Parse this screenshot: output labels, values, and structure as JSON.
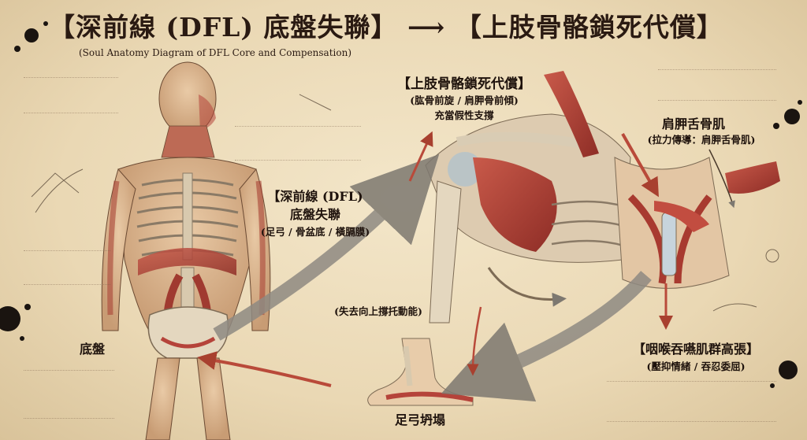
{
  "title": "【深前線 (DFL) 底盤失聯】 ⟶ 【上肢骨骼鎖死代償】",
  "subtitle": "(Soul Anatomy Diagram of DFL Core and Compensation)",
  "labels": {
    "upper_comp_title": "【上肢骨骼鎖死代償】",
    "upper_comp_sub1": "(肱骨前旋 / 肩胛骨前傾)",
    "upper_comp_sub2": "充當假性支撐",
    "omohyoid_title": "肩胛舌骨肌",
    "omohyoid_sub": "(拉力傳導：肩胛舌骨肌)",
    "dfl_title1": "【深前線 (DFL)",
    "dfl_title2": "底盤失聯",
    "dfl_sub": "(足弓 / 骨盆底 / 橫膈膜)",
    "lost_support": "(失去向上撐托動能)",
    "pelvic_floor": "底盤",
    "arch_collapse": "足弓坍塌",
    "throat_title": "【咽喉吞嚥肌群高張】",
    "throat_sub": "(壓抑情緒 / 吞忍委屈)"
  },
  "colors": {
    "parchment": "#ecdcb9",
    "ink": "#1e120c",
    "muscle_red": "#b5433a",
    "bone": "#e4d7bf",
    "arrow_gray": "#8f8a82",
    "arrow_red": "#b94a3a"
  }
}
